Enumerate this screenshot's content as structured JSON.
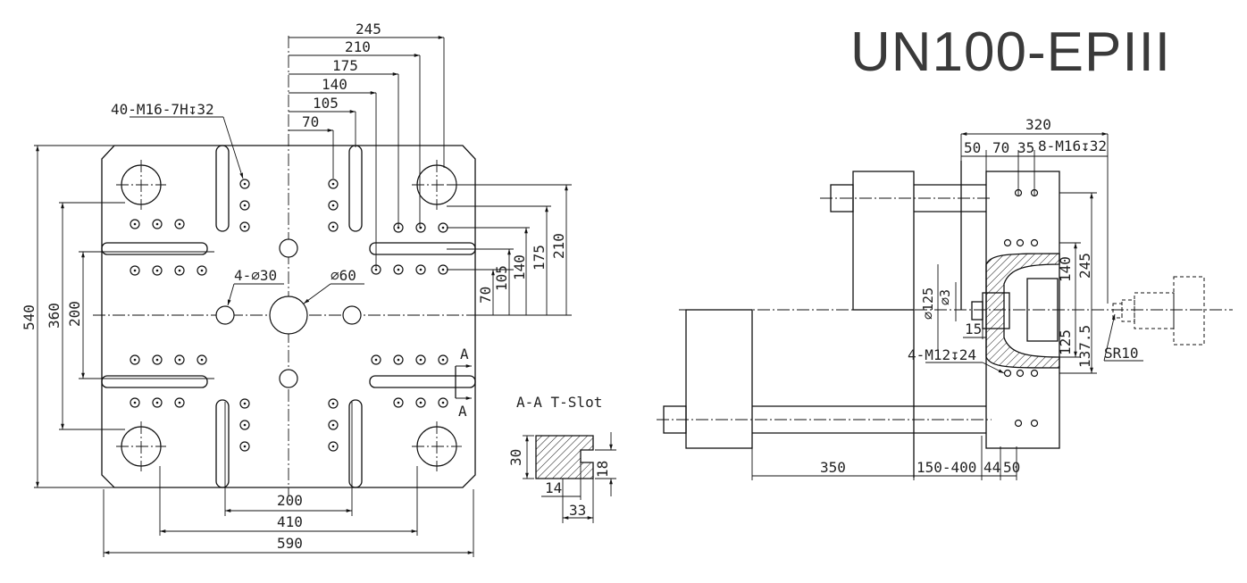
{
  "title": "UN100-EPIII",
  "front_view": {
    "top_dims": [
      "245",
      "210",
      "175",
      "140",
      "105",
      "70"
    ],
    "thread_callout": "40-M16-7H↧32",
    "hole_callout": "4-⌀30",
    "center_hole": "⌀60",
    "right_dims": [
      "70",
      "105",
      "140",
      "175",
      "210"
    ],
    "left_dims": [
      "540",
      "360",
      "200"
    ],
    "bottom_dims": [
      "200",
      "410",
      "590"
    ],
    "section_marks": [
      "A",
      "A"
    ]
  },
  "tslot": {
    "title": "A-A T-Slot",
    "dims": [
      "30",
      "18",
      "14",
      "33"
    ]
  },
  "side_view": {
    "top_dims": [
      "320",
      "50",
      "70",
      "35"
    ],
    "thread_callout": "8-M16↧32",
    "vert_dims": [
      "⌀125",
      "⌀3",
      "15",
      "140",
      "245",
      "125",
      "137.5"
    ],
    "bottom_callout": "4-M12↧24",
    "sr": "SR10",
    "bottom_dims": [
      "350",
      "150-400",
      "44",
      "50"
    ]
  }
}
